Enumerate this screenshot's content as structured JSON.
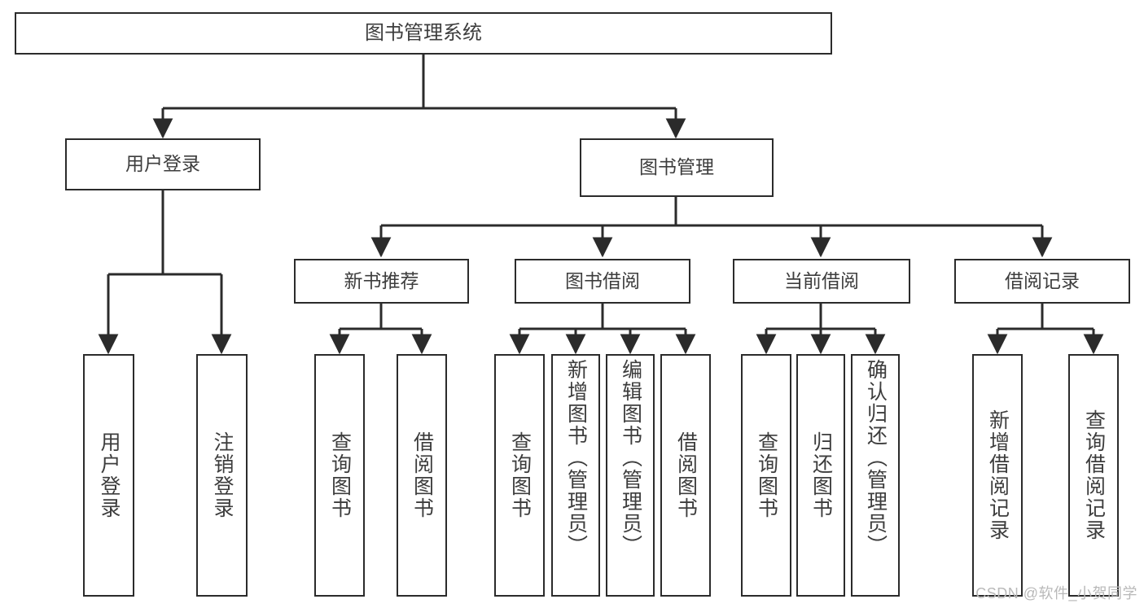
{
  "diagram": {
    "title": "图书管理系统",
    "type": "hierarchy-tree",
    "watermark": "CSDN @软件_小贺同学",
    "colors": {
      "background": "#ffffff",
      "box_border": "#2b2b2b",
      "box_fill": "#ffffff",
      "connector": "#2b2b2b",
      "text": "#3d3d3d",
      "watermark": "#b9b9b9"
    },
    "levels": {
      "root": [
        "图书管理系统"
      ],
      "level2": [
        "用户登录",
        "图书管理"
      ],
      "level3": [
        "新书推荐",
        "图书借阅",
        "当前借阅",
        "借阅记录"
      ],
      "leaves": [
        "用户登录",
        "注销登录",
        "查询图书",
        "借阅图书",
        "查询图书",
        "新增图书（管理员）",
        "编辑图书（管理员）",
        "借阅图书",
        "查询图书",
        "归还图书",
        "确认归还（管理员）",
        "新增借阅记录",
        "查询借阅记录"
      ]
    },
    "nodes": {
      "root": {
        "label": "图书管理系统"
      },
      "user_login": {
        "label": "用户登录"
      },
      "book_manage": {
        "label": "图书管理"
      },
      "new_book_rec": {
        "label": "新书推荐"
      },
      "book_borrow": {
        "label": "图书借阅"
      },
      "current_borrow": {
        "label": "当前借阅"
      },
      "borrow_record": {
        "label": "借阅记录"
      },
      "leaf_user_login": {
        "label": "用户登录"
      },
      "leaf_logout": {
        "label": "注销登录"
      },
      "leaf_query_book_a": {
        "label": "查询图书"
      },
      "leaf_borrow_book_a": {
        "label": "借阅图书"
      },
      "leaf_query_book_b": {
        "label": "查询图书"
      },
      "leaf_add_book": {
        "label": "新增图书（管理员）"
      },
      "leaf_edit_book": {
        "label": "编辑图书（管理员）"
      },
      "leaf_borrow_book_b": {
        "label": "借阅图书"
      },
      "leaf_query_book_c": {
        "label": "查询图书"
      },
      "leaf_return_book": {
        "label": "归还图书"
      },
      "leaf_confirm_return": {
        "label": "确认归还（管理员）"
      },
      "leaf_add_record": {
        "label": "新增借阅记录"
      },
      "leaf_query_record": {
        "label": "查询借阅记录"
      }
    }
  }
}
